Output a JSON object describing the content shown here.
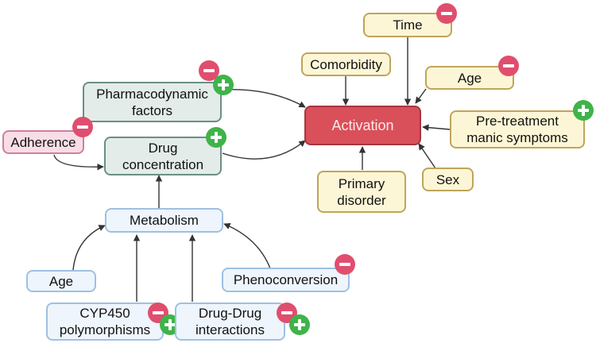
{
  "nodes": {
    "time": "Time",
    "comorbidity": "Comorbidity",
    "age_top": "Age",
    "pharmacodynamic": "Pharmacodynamic\nfactors",
    "activation": "Activation",
    "pretreatment": "Pre-treatment\nmanic symptoms",
    "adherence": "Adherence",
    "drug_concentration": "Drug\nconcentration",
    "primary_disorder": "Primary\ndisorder",
    "sex": "Sex",
    "metabolism": "Metabolism",
    "age_bottom": "Age",
    "phenoconversion": "Phenoconversion",
    "cyp450": "CYP450\npolymorphisms",
    "ddi": "Drug-Drug\ninteractions"
  },
  "badges": {
    "minus_icon": "minus-icon",
    "plus_icon": "plus-icon",
    "minus_color": "#e04e6e",
    "plus_color": "#3fb34a"
  },
  "colors": {
    "activation": "#d9505a",
    "environmental": "#fdf6d6",
    "metabolic": "#eef5fc",
    "pharmacologic": "#e3ece9",
    "adherence": "#f9dde6"
  }
}
